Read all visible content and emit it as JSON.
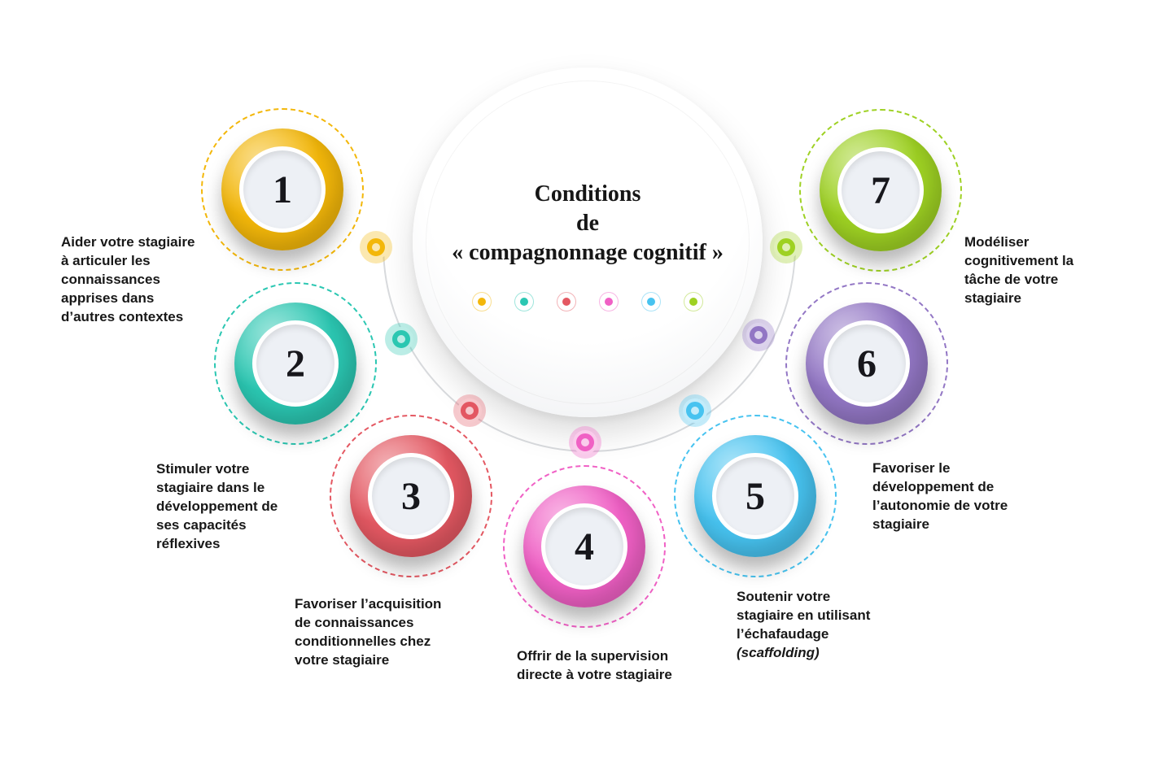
{
  "center": {
    "line1": "Conditions",
    "line2": "de",
    "line3": "« compagnonnage cognitif »"
  },
  "items": [
    {
      "number": "1",
      "color": "#F3B70A",
      "label": "Aider votre stagiaire à articuler les connaissances apprises dans d’autres contextes"
    },
    {
      "number": "2",
      "color": "#2BC7B2",
      "label": "Stimuler votre stagiaire dans le développement de ses capacités réflexives"
    },
    {
      "number": "3",
      "color": "#E45862",
      "label": "Favoriser l’acquisition de connaissances conditionnelles chez votre stagiaire"
    },
    {
      "number": "4",
      "color": "#F060C5",
      "label": "Offrir de la supervision directe à votre stagiaire"
    },
    {
      "number": "5",
      "color": "#47C3F0",
      "label": "Soutenir votre stagiaire en utilisant l’échafaudage ",
      "label_italic": "(scaffolding)"
    },
    {
      "number": "6",
      "color": "#9377C5",
      "label": "Favoriser le développement de l’autonomie de votre stagiaire"
    },
    {
      "number": "7",
      "color": "#9ED123",
      "label": "Modéliser cognitivement la tâche de votre stagiaire"
    }
  ],
  "center_dots": [
    "#F3B70A",
    "#2BC7B2",
    "#E45862",
    "#F060C5",
    "#47C3F0",
    "#9ED123"
  ]
}
